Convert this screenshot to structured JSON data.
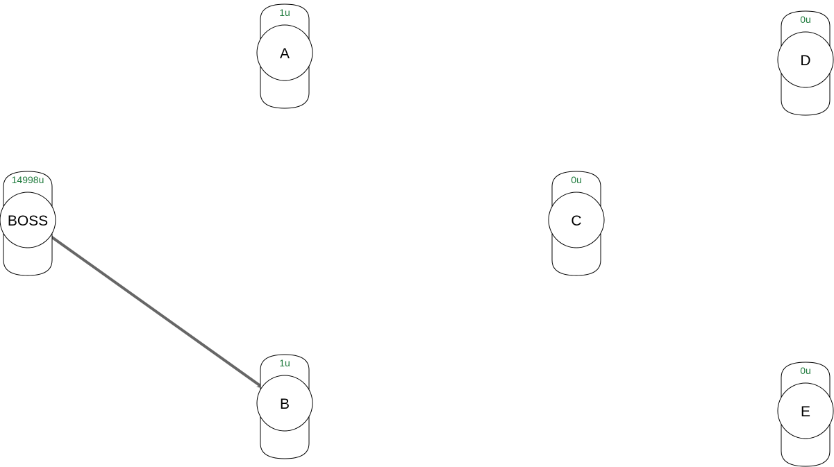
{
  "colors": {
    "background": "#ffffff",
    "node_stroke": "#000000",
    "node_fill": "#ffffff",
    "value_text": "#1e7a3c",
    "edge": "#666666"
  },
  "nodes": [
    {
      "id": "A",
      "label": "A",
      "value": "1u"
    },
    {
      "id": "D",
      "label": "D",
      "value": "0u"
    },
    {
      "id": "BOSS",
      "label": "BOSS",
      "value": "14998u"
    },
    {
      "id": "C",
      "label": "C",
      "value": "0u"
    },
    {
      "id": "B",
      "label": "B",
      "value": "1u"
    },
    {
      "id": "E",
      "label": "E",
      "value": "0u"
    }
  ],
  "edges": [
    {
      "from": "BOSS",
      "to": "B"
    }
  ]
}
